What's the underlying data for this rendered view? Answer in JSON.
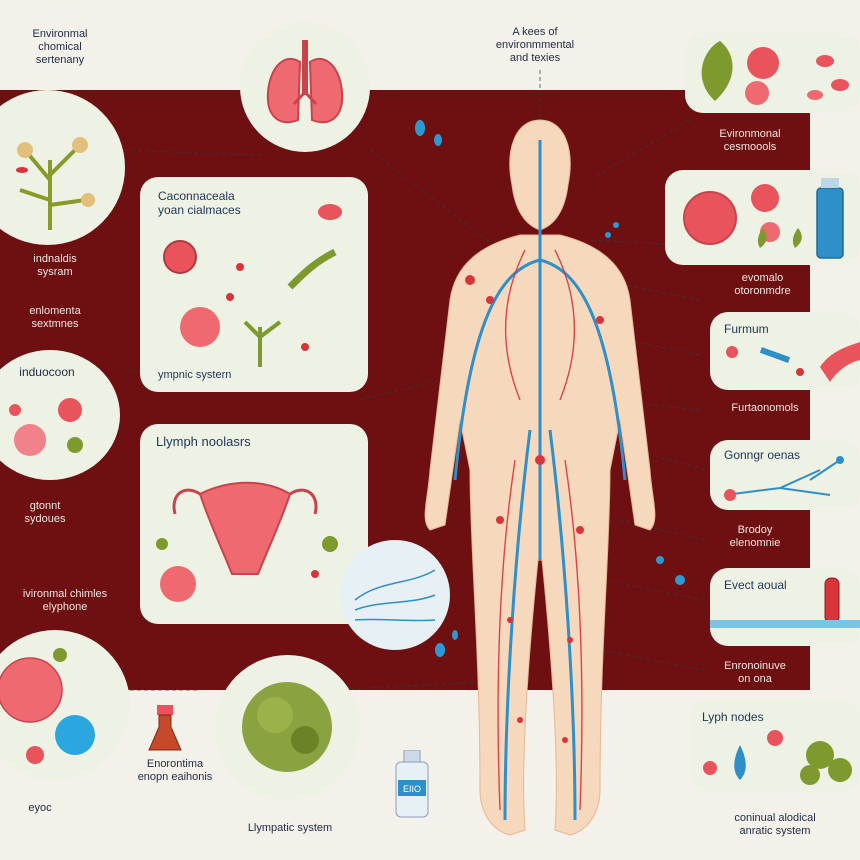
{
  "labels": {
    "top_left": [
      "Environmal",
      "chomical",
      "sertenany"
    ],
    "top_center": [
      "A kees of",
      "environmmental",
      "and texies"
    ],
    "right_1": [
      "Evironmonal",
      "cesmoools"
    ],
    "left_1": [
      "indnaldis",
      "sysram"
    ],
    "left_2": [
      "enlomenta",
      "sextmnes"
    ],
    "right_2": [
      "evomalo",
      "otoronmdre"
    ],
    "left_3": [
      "induocoon"
    ],
    "right_4": [
      "Furtaonomols"
    ],
    "left_4": [
      "gtonnt",
      "sydoues"
    ],
    "right_6": [
      "Brodoy",
      "elenomnie"
    ],
    "left_5": [
      "ivironmal chimles",
      "elyphone"
    ],
    "right_8": [
      "Enronoinuve",
      "on ona"
    ],
    "bottom_center_left": [
      "Enorontima",
      "enopn eaihonis"
    ],
    "bottom_left": [
      "eyoc"
    ],
    "bottom_center": [
      "Llympatic system"
    ],
    "bottom_right": [
      "coninual alodical",
      "anratic system"
    ]
  },
  "panels": {
    "upper": {
      "title": [
        "Caconnaceala",
        "yoan cialmaces"
      ],
      "caption": "ympnic systern"
    },
    "middle": {
      "title": "Llymph noolasrs"
    },
    "right_3": {
      "title": "Furmum"
    },
    "right_5": {
      "title": "Gonngr oenas"
    },
    "right_7": {
      "title": "Evect aoual"
    },
    "right_9": {
      "title": "Lyph nodes"
    }
  },
  "bottle_label": "EIIO",
  "colors": {
    "band": "#6e0f12",
    "panel": "#eef2e4",
    "vessel_blue": "#2f8fc9",
    "vessel_red": "#d8343b",
    "skin": "#f6d8bd",
    "cell_red": "#e9545c",
    "leaf_green": "#7e9a2e"
  }
}
